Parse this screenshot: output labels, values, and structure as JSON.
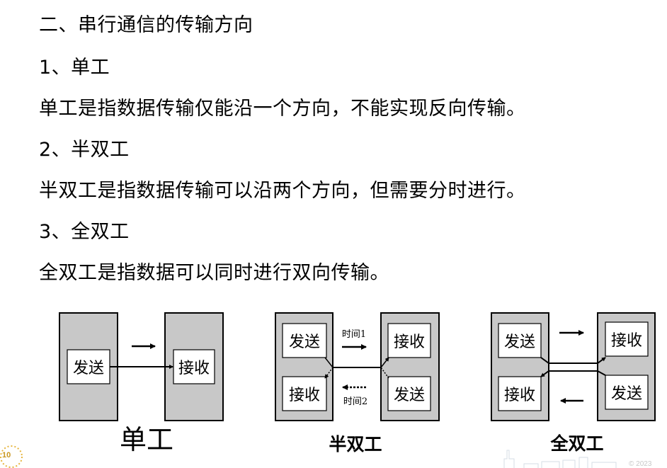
{
  "heading": "二、串行通信的传输方向",
  "simplex": {
    "title": "1、单工",
    "description": "单工是指数据传输仅能沿一个方向，不能实现反向传输。"
  },
  "half_duplex": {
    "title": "2、半双工",
    "description": "半双工是指数据传输可以沿两个方向，但需要分时进行。"
  },
  "full_duplex": {
    "title": "3、全双工",
    "description": "全双工是指数据可以同时进行双向传输。"
  },
  "diagrams": {
    "simplex": {
      "send": "发送",
      "receive": "接收",
      "caption": "单工"
    },
    "half_duplex": {
      "send": "发送",
      "receive": "接收",
      "time1": "时间1",
      "time2": "时间2",
      "caption": "半双工"
    },
    "full_duplex": {
      "send": "发送",
      "receive": "接收",
      "caption": "全双工"
    }
  },
  "footer": {
    "page_number": "10",
    "copyright": "© 2023"
  },
  "colors": {
    "box_fill": "#c8c8c8",
    "inner_fill": "#ffffff",
    "stroke": "#000000",
    "accent": "#e6b43c"
  }
}
